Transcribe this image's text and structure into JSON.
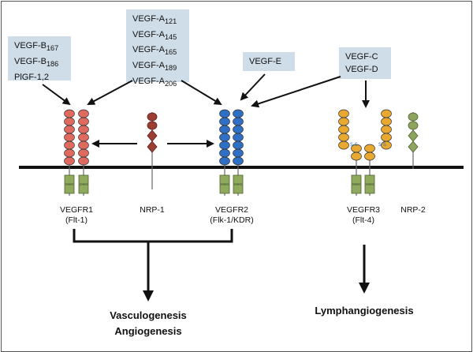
{
  "ligand_groups": [
    {
      "id": "vegfb",
      "lines": [
        "VEGF-B",
        "VEGF-B",
        "PlGF-1,2"
      ],
      "subs": [
        "167",
        "186",
        ""
      ]
    },
    {
      "id": "vegfa",
      "lines": [
        "VEGF-A",
        "VEGF-A",
        "VEGF-A",
        "VEGF-A",
        "VEGF-A"
      ],
      "subs": [
        "121",
        "145",
        "165",
        "189",
        "206"
      ]
    },
    {
      "id": "vegfe",
      "lines": [
        "VEGF-E"
      ],
      "subs": [
        ""
      ]
    },
    {
      "id": "vegfcd",
      "lines": [
        "VEGF-C",
        "VEGF-D"
      ],
      "subs": [
        "",
        ""
      ]
    }
  ],
  "receptors": {
    "vegfr1": {
      "name": "VEGFR1",
      "alias": "(Flt-1)",
      "color": "#e06a5f"
    },
    "nrp1": {
      "name": "NRP-1",
      "color": "#9c3e34"
    },
    "vegfr2": {
      "name": "VEGFR2",
      "alias": "(Flk-1/KDR)",
      "color": "#2f6fc4"
    },
    "vegfr3": {
      "name": "VEGFR3",
      "alias": "(Flt-4)",
      "color": "#e9a930",
      "bond_label": "S-S"
    },
    "nrp2": {
      "name": "NRP-2",
      "color": "#8da35e"
    }
  },
  "kinase_color": "#8faa5d",
  "outcomes": {
    "left": [
      "Vasculogenesis",
      "Angiogenesis"
    ],
    "right": [
      "Lymphangiogenesis"
    ]
  }
}
